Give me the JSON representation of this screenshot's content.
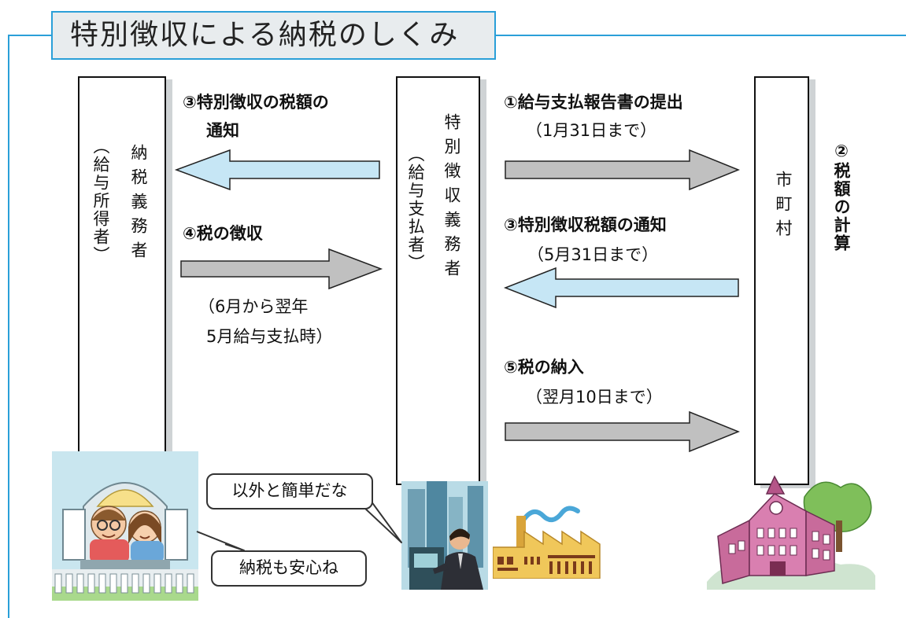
{
  "title": "特別徴収による納税のしくみ",
  "columns": {
    "taxpayer": {
      "name": "納税義務者",
      "sub": "（給与所得者）"
    },
    "employer": {
      "name": "特別徴収義務者",
      "sub": "（給与支払者）"
    },
    "municipality": {
      "name": "市町村"
    }
  },
  "side_note": "②税額の計算",
  "steps": {
    "s3_left": {
      "line1": "③特別徴収の税額の",
      "line2": "通知"
    },
    "s4": {
      "line1": "④税の徴収"
    },
    "s4_note": {
      "line1": "（6月から翌年",
      "line2": "5月給与支払時）"
    },
    "s1": {
      "line1": "①給与支払報告書の提出",
      "line2": "（1月31日まで）"
    },
    "s3_right": {
      "line1": "③特別徴収税額の通知",
      "line2": "（5月31日まで）"
    },
    "s5": {
      "line1": "⑤税の納入",
      "line2": "（翌月10日まで）"
    }
  },
  "bubbles": {
    "employer_speech": "以外と簡単だな",
    "taxpayer_speech": "納税も安心ね"
  },
  "arrow_colors": {
    "to_left": "#c6e6f5",
    "to_right": "#c0c0c0",
    "outline": "#222222"
  }
}
